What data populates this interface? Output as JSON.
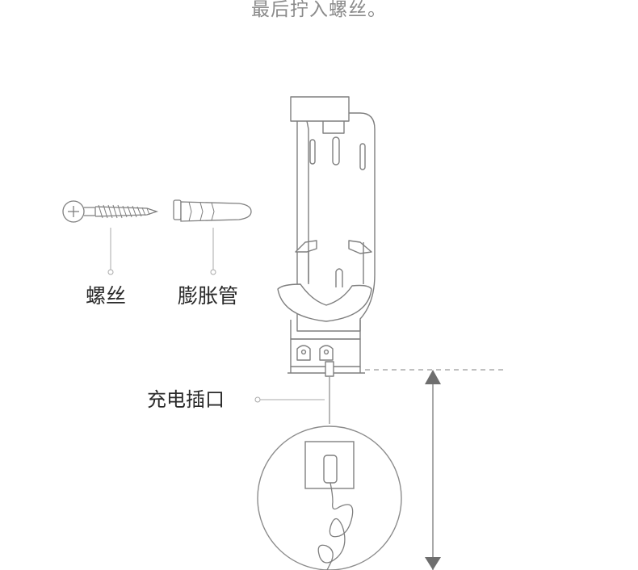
{
  "instruction": "最后拧入螺丝。",
  "labels": {
    "screw": "螺丝",
    "anchor": "膨胀管",
    "charging_port": "充电插口"
  },
  "colors": {
    "line": "#7f7f7f",
    "text": "#2a2a2a",
    "instruction_text": "#8a8a8a",
    "arrow": "#6e6e6e",
    "dashed": "#9a9a9a"
  }
}
